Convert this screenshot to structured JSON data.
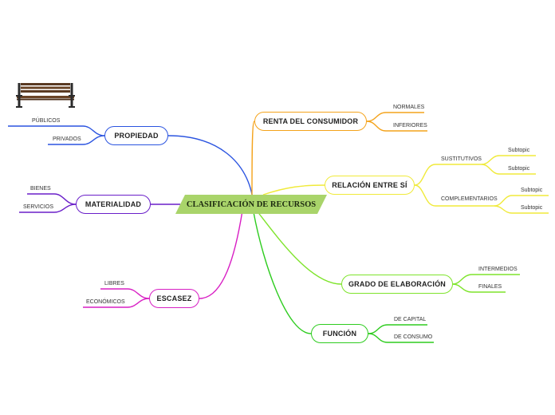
{
  "central": {
    "label": "CLASIFICACIÓN DE RECURSOS",
    "fill": "#a9d46a"
  },
  "colors": {
    "propiedad": "#2b54e0",
    "materialidad": "#6a1fc9",
    "escasez": "#d81fc4",
    "renta": "#f4a31c",
    "relacion": "#f0ea3a",
    "grado": "#7ee42b",
    "funcion": "#2ecc1f"
  },
  "propiedad": {
    "label": "PROPIEDAD",
    "leaves": [
      "PÚBLICOS",
      "PRIVADOS"
    ]
  },
  "materialidad": {
    "label": "MATERIALIDAD",
    "leaves": [
      "BIENES",
      "SERVICIOS"
    ]
  },
  "escasez": {
    "label": "ESCASEZ",
    "leaves": [
      "LIBRES",
      "ECONÓMICOS"
    ]
  },
  "renta": {
    "label": "RENTA DEL CONSUMIDOR",
    "leaves": [
      "NORMALES",
      "INFERIORES"
    ]
  },
  "relacion": {
    "label": "RELACIÓN ENTRE SÍ",
    "sustitutivos": {
      "label": "SUSTITUTIVOS",
      "subs": [
        "Subtopic",
        "Subtopic"
      ]
    },
    "complementarios": {
      "label": "COMPLEMENTARIOS",
      "subs": [
        "Subtopic",
        "Subtopic"
      ]
    }
  },
  "grado": {
    "label": "GRADO DE ELABORACIÓN",
    "leaves": [
      "INTERMEDIOS",
      "FINALES"
    ]
  },
  "funcion": {
    "label": "FUNCIÓN",
    "leaves": [
      "DE CAPITAL",
      "DE CONSUMO"
    ]
  },
  "image": {
    "icon": "park-bench-icon"
  }
}
